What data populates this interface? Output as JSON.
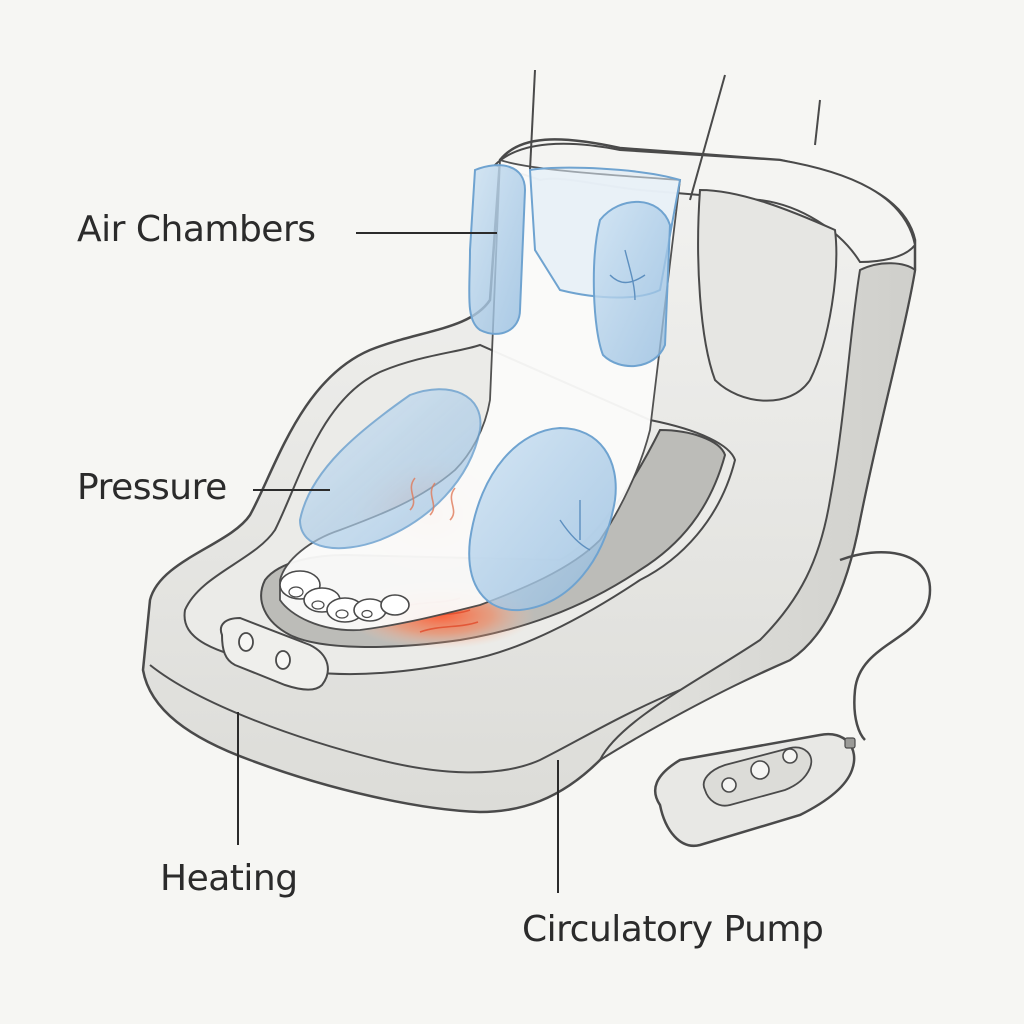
{
  "callouts": {
    "air_chambers": "Air Chambers",
    "pressure": "Pressure",
    "heating": "Heating",
    "circulatory_pump": "Circulatory Pump"
  },
  "colors": {
    "background": "#f6f6f3",
    "outline": "#4a4a4a",
    "shell_fill": "#e9e9e6",
    "air_chamber_blue": "#9cc3e4",
    "heat_red": "#ff6a45"
  }
}
